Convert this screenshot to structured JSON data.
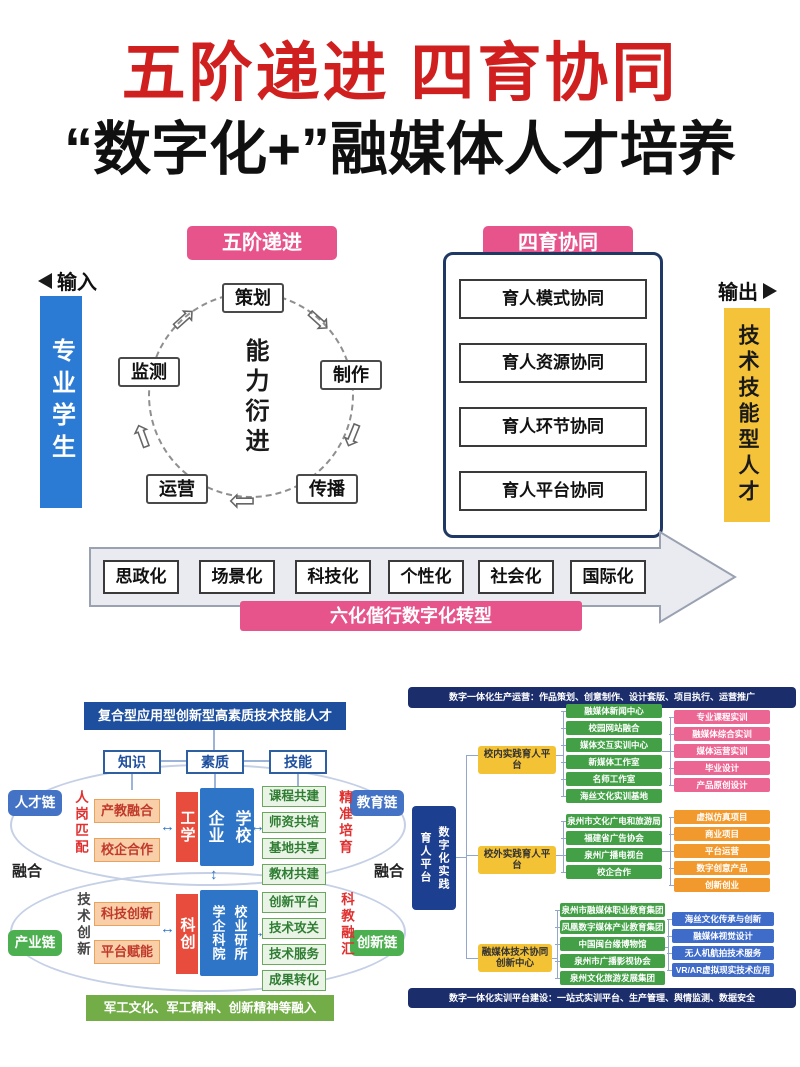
{
  "header": {
    "title_line1": "五阶递进 四育协同",
    "title_line2": "“数字化+”融媒体人才培养"
  },
  "icons": {
    "cycle_arrow": "⇨",
    "swap_h": "↔",
    "swap_v": "↕"
  },
  "top": {
    "badge_left": "五阶递进",
    "badge_right": "四育协同",
    "input_label": "输入",
    "input_bar": "专业学生",
    "output_label": "输出",
    "output_bar": "技术技能型人才",
    "cycle_center": "能力衍进",
    "cycle_items": [
      "策划",
      "制作",
      "传播",
      "运营",
      "监测"
    ],
    "synergy_items": [
      "育人模式协同",
      "育人资源协同",
      "育人环节协同",
      "育人平台协同"
    ],
    "arrow_items": [
      "思政化",
      "场景化",
      "科技化",
      "个性化",
      "社会化",
      "国际化"
    ],
    "banner": "六化偕行数字化转型"
  },
  "left_diagram": {
    "header": "复合型应用型创新型高素质技术技能人才",
    "ksq": [
      "知识",
      "素质",
      "技能"
    ],
    "chain_talent": "人才链",
    "chain_education": "教育链",
    "chain_industry": "产业链",
    "chain_innovation": "创新链",
    "fuse": "融合",
    "side_left_top": "人岗匹配",
    "side_left_bottom": "技术创新",
    "side_right_top": "精准培育",
    "side_right_bottom": "科教融汇",
    "top_red": "工学",
    "top_cols": [
      "企业",
      "学校"
    ],
    "bottom_red": "科创",
    "bottom_cols": [
      "学企科院",
      "校业研所"
    ],
    "orange": [
      "产教融合",
      "校企合作",
      "科技创新",
      "平台赋能"
    ],
    "green_top": [
      "课程共建",
      "师资共培",
      "基地共享",
      "教材共建"
    ],
    "green_bottom": [
      "创新平台",
      "技术攻关",
      "技术服务",
      "成果转化"
    ],
    "banner": "军工文化、军工精神、创新精神等融入"
  },
  "right_diagram": {
    "top_banner": "数字一体化生产运营：作品策划、创意制作、设计套版、项目执行、运营推广",
    "root_cols": [
      "数字化实践",
      "育人平台"
    ],
    "groups": [
      {
        "label": "校内实践育人平台",
        "left": [
          "融媒体新闻中心",
          "校园网站融合",
          "媒体交互实训中心",
          "新媒体工作室",
          "名师工作室",
          "海丝文化实训基地"
        ],
        "right": [
          "专业课程实训",
          "融媒体综合实训",
          "媒体运营实训",
          "毕业设计",
          "产品原创设计"
        ]
      },
      {
        "label": "校外实践育人平台",
        "left": [
          "泉州市文化广电和旅游局",
          "福建省广告协会",
          "泉州广播电视台",
          "校企合作"
        ],
        "right": [
          "虚拟仿真项目",
          "商业项目",
          "平台运营",
          "数字创意产品",
          "创新创业"
        ]
      },
      {
        "label": "融媒体技术协同创新中心",
        "left": [
          "泉州市融媒体职业教育集团",
          "凤凰数字媒体产业教育集团",
          "中国闽台缘博物馆",
          "泉州市广播影视协会",
          "泉州文化旅游发展集团"
        ],
        "right": [
          "海丝文化传承与创新",
          "融媒体视觉设计",
          "无人机航拍技术服务",
          "VR/AR虚拟现实技术应用"
        ]
      }
    ],
    "bottom_banner": "数字一体化实训平台建设：一站式实训平台、生产管理、舆情监测、数据安全"
  }
}
